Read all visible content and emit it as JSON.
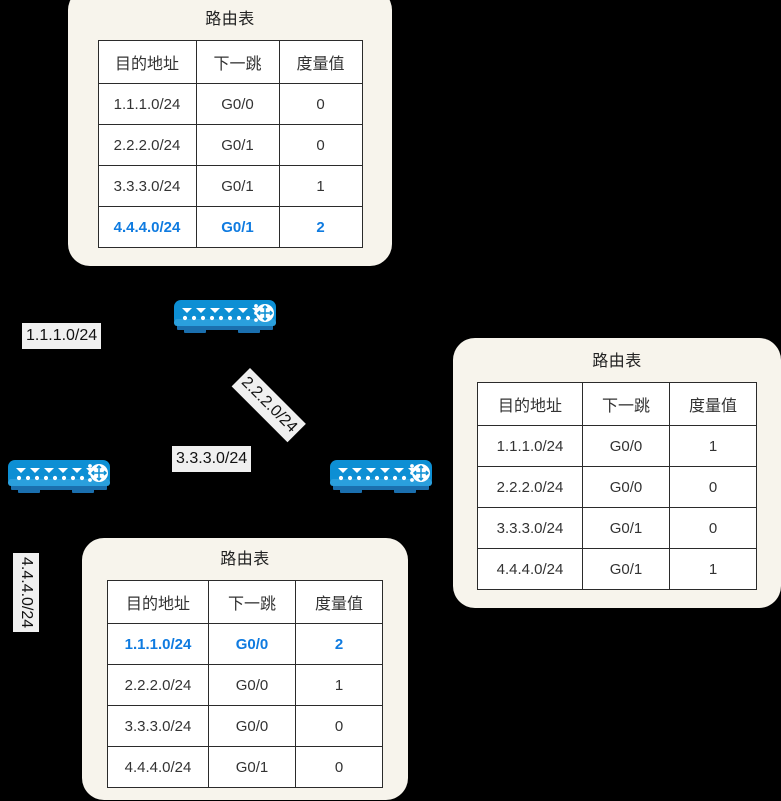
{
  "diagram": {
    "background_color": "#000000",
    "card_background": "#f7f4ec",
    "highlight_color": "#0f7be0"
  },
  "tables": {
    "top": {
      "title": "路由表",
      "headers": [
        "目的地址",
        "下一跳",
        "度量值"
      ],
      "rows": [
        {
          "dest": "1.1.1.0/24",
          "hop": "G0/0",
          "metric": "0",
          "highlight": false
        },
        {
          "dest": "2.2.2.0/24",
          "hop": "G0/1",
          "metric": "0",
          "highlight": false
        },
        {
          "dest": "3.3.3.0/24",
          "hop": "G0/1",
          "metric": "1",
          "highlight": false
        },
        {
          "dest": "4.4.4.0/24",
          "hop": "G0/1",
          "metric": "2",
          "highlight": true
        }
      ]
    },
    "right": {
      "title": "路由表",
      "headers": [
        "目的地址",
        "下一跳",
        "度量值"
      ],
      "rows": [
        {
          "dest": "1.1.1.0/24",
          "hop": "G0/0",
          "metric": "1",
          "highlight": false
        },
        {
          "dest": "2.2.2.0/24",
          "hop": "G0/0",
          "metric": "0",
          "highlight": false
        },
        {
          "dest": "3.3.3.0/24",
          "hop": "G0/1",
          "metric": "0",
          "highlight": false
        },
        {
          "dest": "4.4.4.0/24",
          "hop": "G0/1",
          "metric": "1",
          "highlight": false
        }
      ]
    },
    "bottom": {
      "title": "路由表",
      "headers": [
        "目的地址",
        "下一跳",
        "度量值"
      ],
      "rows": [
        {
          "dest": "1.1.1.0/24",
          "hop": "G0/0",
          "metric": "2",
          "highlight": true
        },
        {
          "dest": "2.2.2.0/24",
          "hop": "G0/0",
          "metric": "1",
          "highlight": false
        },
        {
          "dest": "3.3.3.0/24",
          "hop": "G0/0",
          "metric": "0",
          "highlight": false
        },
        {
          "dest": "4.4.4.0/24",
          "hop": "G0/1",
          "metric": "0",
          "highlight": false
        }
      ]
    }
  },
  "network_labels": {
    "link_1": "1.1.1.0/24",
    "link_2": "2.2.2.0/24",
    "link_3": "3.3.3.0/24",
    "link_4": "4.4.4.0/24"
  },
  "devices": [
    {
      "id": "router-top",
      "icon": "router-icon"
    },
    {
      "id": "router-left",
      "icon": "router-icon"
    },
    {
      "id": "router-right",
      "icon": "router-icon"
    }
  ]
}
